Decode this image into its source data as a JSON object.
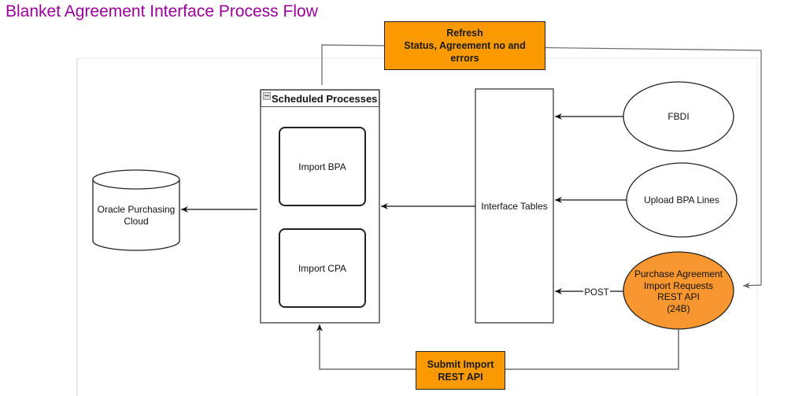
{
  "title": "Blanket Agreement Interface Process Flow",
  "colors": {
    "title": "#990099",
    "orange_box": "#fb9a00",
    "orange_ellipse": "#f8962f",
    "line": "#222222"
  },
  "nodes": {
    "oracle_cloud": {
      "label": "Oracle Purchasing\nCloud",
      "shape": "cylinder"
    },
    "scheduled_processes": {
      "header": "Scheduled Processes",
      "header_icon": "collapse-icon",
      "children": [
        {
          "label": "Import BPA"
        },
        {
          "label": "Import CPA"
        }
      ]
    },
    "interface_tables": {
      "label": "Interface Tables"
    },
    "fbdi": {
      "label": "FBDI",
      "shape": "ellipse"
    },
    "upload_bpa_lines": {
      "label": "Upload BPA Lines",
      "shape": "ellipse"
    },
    "rest_api": {
      "label": "Purchase Agreement\nImport Requests\nREST API\n(24B)",
      "shape": "ellipse"
    },
    "refresh_box": {
      "label": "Refresh\nStatus, Agreement no and\nerrors"
    },
    "submit_box": {
      "label": "Submit Import\nREST API"
    }
  },
  "edges": [
    {
      "from": "scheduled_processes",
      "to": "oracle_cloud",
      "label": ""
    },
    {
      "from": "interface_tables",
      "to": "scheduled_processes",
      "label": ""
    },
    {
      "from": "fbdi",
      "to": "interface_tables",
      "label": ""
    },
    {
      "from": "upload_bpa_lines",
      "to": "interface_tables",
      "label": ""
    },
    {
      "from": "rest_api",
      "to": "interface_tables",
      "label": "POST"
    },
    {
      "from": "rest_api",
      "to": "scheduled_processes",
      "label": "Submit Import REST API"
    },
    {
      "from": "scheduled_processes",
      "to": "rest_api",
      "label": "Refresh Status, Agreement no and errors"
    }
  ]
}
